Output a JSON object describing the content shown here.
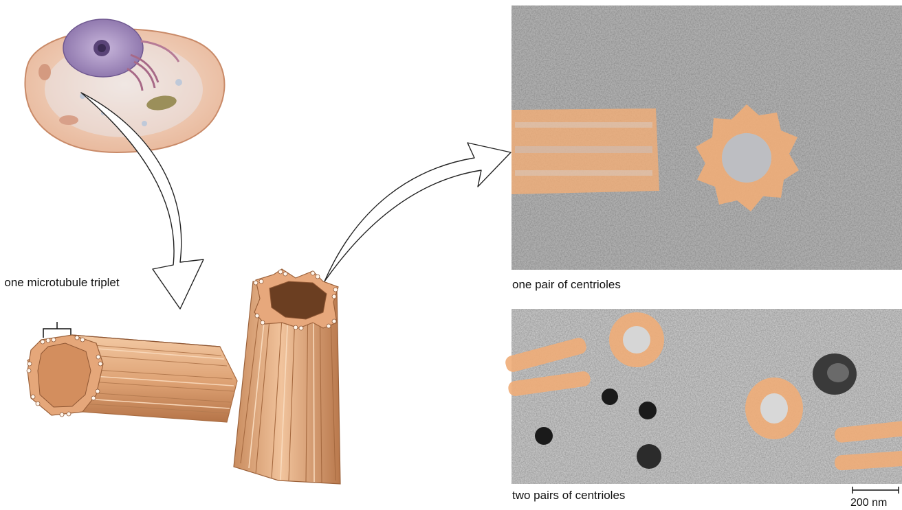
{
  "labels": {
    "triplet": "one microtubule triplet",
    "one_pair": "one pair of centrioles",
    "two_pairs": "two pairs of centrioles",
    "scale_bar": "200 nm"
  },
  "colors": {
    "centriole_tan": "#e7a87c",
    "centriole_dark": "#b97b52",
    "micrograph_gray": "#8c8c8c",
    "stain_overlay": "#f0ad78",
    "arrow_stroke": "#222222"
  },
  "icons": {
    "cell": "animal-cell-illustration",
    "arrow": "curved-hollow-arrow",
    "scale": "scale-bar"
  }
}
